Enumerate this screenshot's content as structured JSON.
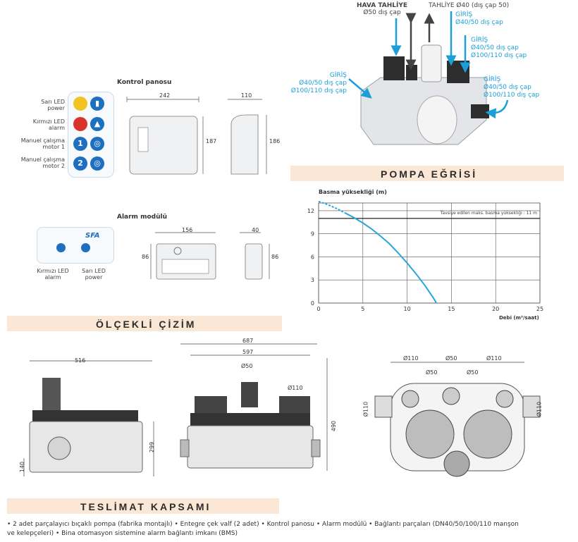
{
  "control_panel": {
    "title": "Kontrol panosu",
    "labels": [
      {
        "line1": "Sarı LED",
        "line2": "power"
      },
      {
        "line1": "Kırmızı LED",
        "line2": "alarm"
      },
      {
        "line1": "Manuel çalışma",
        "line2": "motor 1"
      },
      {
        "line1": "Manuel çalışma",
        "line2": "motor 2"
      }
    ],
    "buttons": [
      "1",
      "2"
    ],
    "dims": {
      "front_w": "242",
      "front_h": "187",
      "side_w": "110",
      "side_h": "186"
    }
  },
  "alarm_module": {
    "title": "Alarm modülü",
    "logo": "SFA",
    "labels": [
      {
        "line1": "Kırmızı LED",
        "line2": "alarm"
      },
      {
        "line1": "Sarı LED",
        "line2": "power"
      }
    ],
    "dims": {
      "front_w": "156",
      "front_h": "86",
      "side_w": "40",
      "side_h": "86"
    }
  },
  "product_callouts": {
    "vent": {
      "line1": "HAVA TAHLİYE",
      "line2": "Ø50 dış çap"
    },
    "discharge": {
      "line1": "TAHLİYE Ø40 (dış çap 50)"
    },
    "inlet_top": {
      "line1": "GİRİŞ",
      "line2": "Ø40/50 dış çap"
    },
    "inlet_right_top": {
      "line1": "GİRİŞ",
      "line2": "Ø40/50 dış çap",
      "line3": "Ø100/110 dış çap"
    },
    "inlet_right": {
      "line1": "GİRİŞ",
      "line2": "Ø40/50 dış çap",
      "line3": "Ø100/110 dış çap"
    },
    "inlet_left": {
      "line1": "GİRİŞ",
      "line2": "Ø40/50 dış çap",
      "line3": "Ø100/110 dış çap"
    }
  },
  "sections": {
    "pump_curve": "POMPA EĞRİSİ",
    "scale_drawing": "ÖLÇEKLİ ÇİZİM",
    "delivery": "TESLİMAT KAPSAMI"
  },
  "chart_data": {
    "type": "line",
    "title": "",
    "ylabel": "Basma yüksekliği (m)",
    "xlabel": "Debi (m³/saat)",
    "xlim": [
      0,
      25
    ],
    "ylim": [
      0,
      13
    ],
    "xticks": [
      "0",
      "5",
      "10",
      "15",
      "20",
      "25"
    ],
    "yticks": [
      "0",
      "3",
      "6",
      "9",
      "12"
    ],
    "grid": true,
    "annotation": "Tavsiye edilen maks. basma yüksekliği : 11 m",
    "reference_line_y": 11,
    "series": [
      {
        "color": "#29a6d9",
        "x": [
          0,
          1,
          2,
          3,
          4,
          5,
          6,
          7,
          8,
          9,
          10,
          11,
          12,
          13,
          13.3
        ],
        "y": [
          13.2,
          12.8,
          12.3,
          11.7,
          11.1,
          10.4,
          9.6,
          8.7,
          7.7,
          6.5,
          5.2,
          3.8,
          2.3,
          0.6,
          0
        ]
      }
    ],
    "dashed_until_x": 3
  },
  "drawings": {
    "side": {
      "width": "516",
      "height": "299",
      "low": "140"
    },
    "front": {
      "overall": "687",
      "body": "597",
      "top_port": "Ø50",
      "right_port": "Ø110",
      "height": "490"
    },
    "top": {
      "port_left": "Ø110",
      "port_mid": "Ø50",
      "port_right": "Ø110",
      "sub_left": "Ø50",
      "sub_right": "Ø50",
      "side_left": "Ø110",
      "side_right": "Ø110"
    }
  },
  "delivery_text": {
    "line1": "• 2 adet parçalayıcı bıçaklı pompa (fabrika montajlı) • Entegre çek valf (2 adet) • Kontrol panosu • Alarm modülü • Bağlantı parçaları (DN40/50/100/110 manşon",
    "line2": "ve kelepçeleri) • Bina otomasyon sistemine alarm bağlantı imkanı (BMS)"
  },
  "colors": {
    "accent_blue": "#1a9fd8",
    "header_bg": "#fbe7d6",
    "button_blue": "#1e6fbf"
  }
}
